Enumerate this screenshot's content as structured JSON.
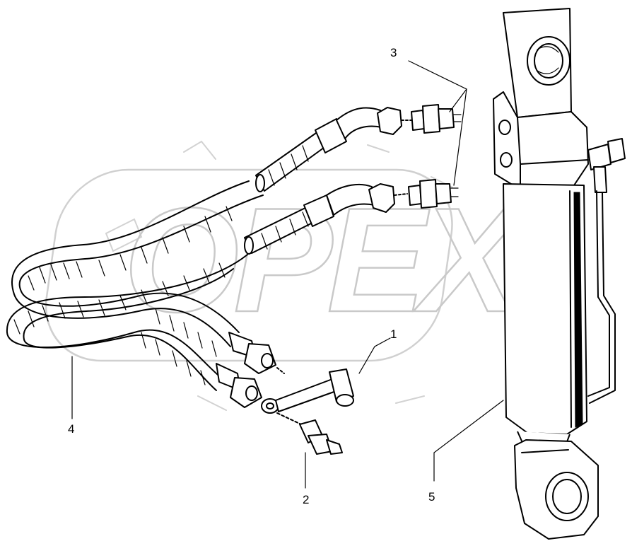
{
  "watermark": {
    "text": "OPEX"
  },
  "callouts": [
    {
      "id": "1",
      "label": "1"
    },
    {
      "id": "2",
      "label": "2"
    },
    {
      "id": "3",
      "label": "3"
    },
    {
      "id": "4",
      "label": "4"
    },
    {
      "id": "5",
      "label": "5"
    }
  ],
  "parts": [
    {
      "callout": "1",
      "icon": "banjo-fitting-icon"
    },
    {
      "callout": "2",
      "icon": "bleed-nipple-icon"
    },
    {
      "callout": "3",
      "icon": "hose-adapter-icon"
    },
    {
      "callout": "4",
      "icon": "hydraulic-hose-icon"
    },
    {
      "callout": "5",
      "icon": "hydraulic-cylinder-icon"
    }
  ]
}
